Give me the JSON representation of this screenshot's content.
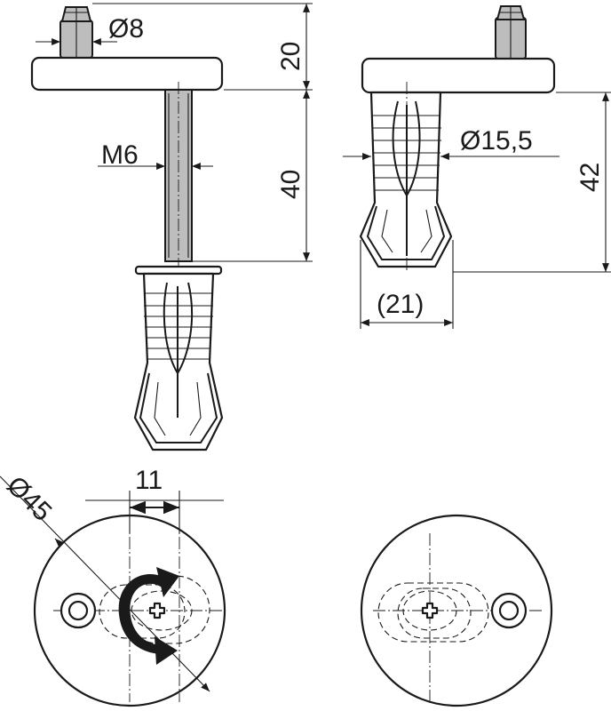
{
  "dimensions": {
    "cap_diameter": "Ø8",
    "cap_height": "20",
    "thread": "M6",
    "bolt_length": "40",
    "anchor_diameter": "Ø15,5",
    "total_height": "42",
    "anchor_width": "(21)",
    "base_diameter": "Ø45",
    "slot_length": "11"
  },
  "colors": {
    "line": "#1a1a1a",
    "metal": "#bdbdbd",
    "background": "#ffffff"
  },
  "icons": {
    "rotation": "curved-double-arrow-icon",
    "screw_head": "phillips-cross-icon"
  }
}
